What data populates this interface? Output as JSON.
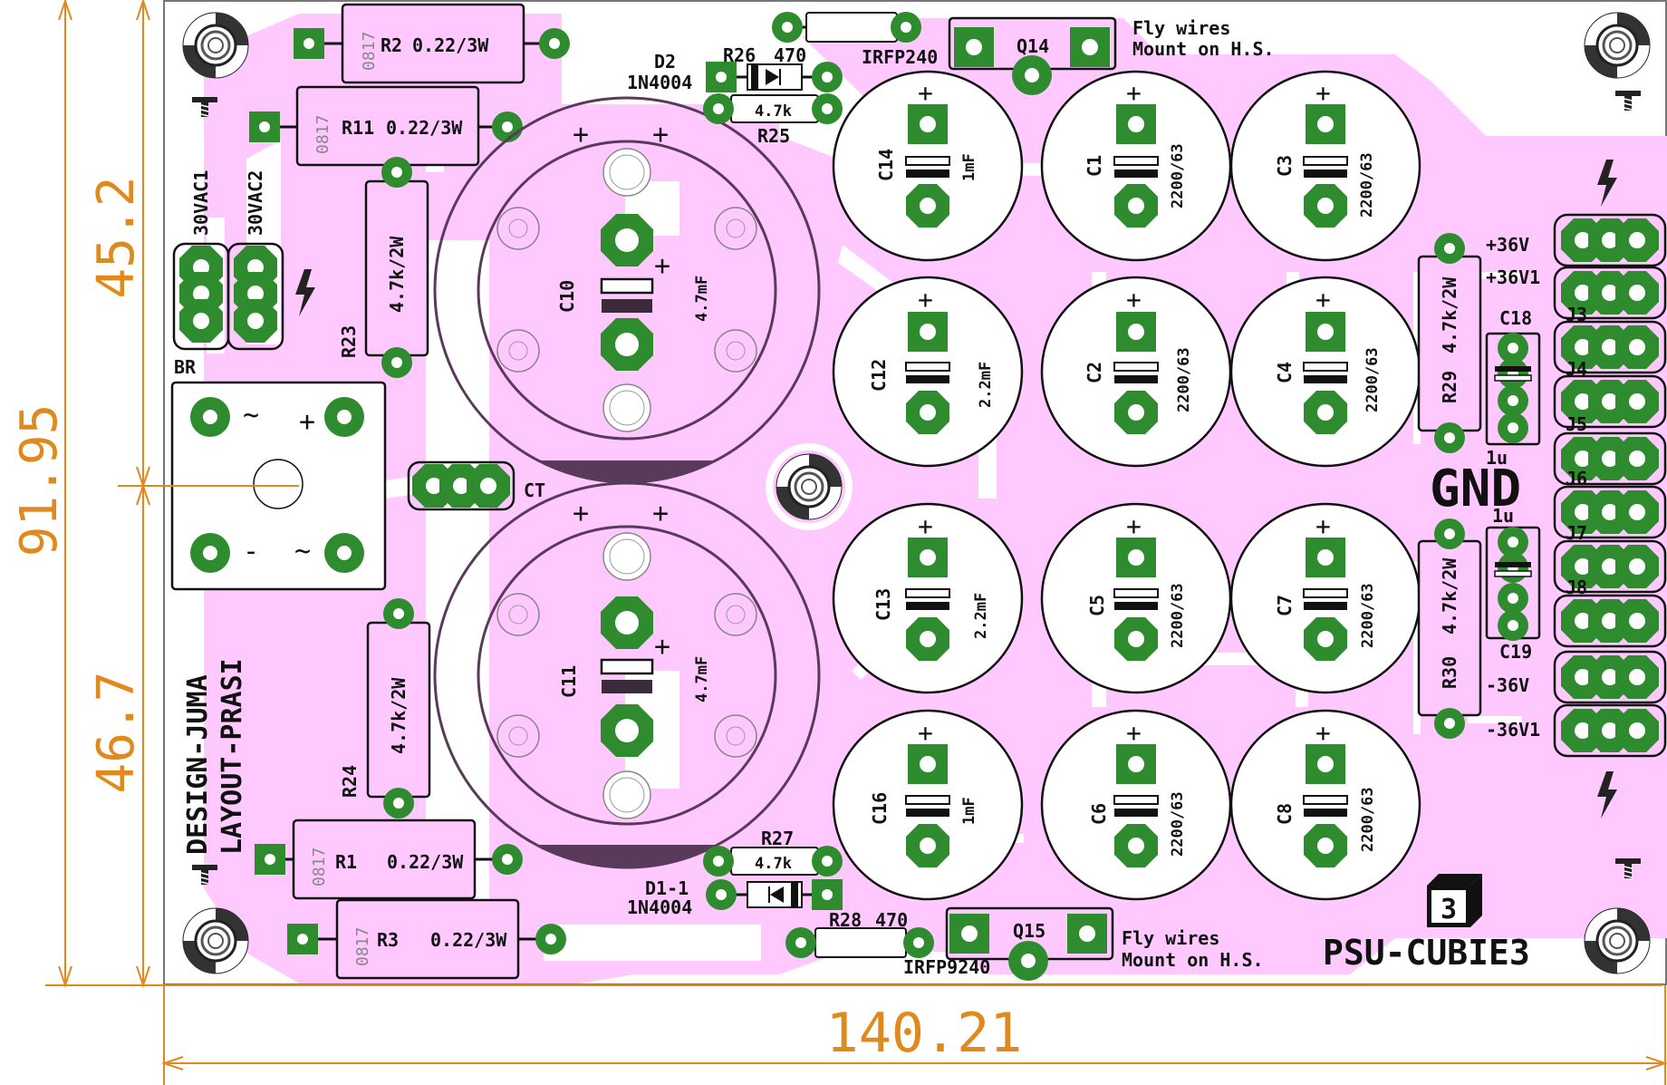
{
  "board": {
    "title": "PSU-CUBIE3",
    "cube_number": "3",
    "credits": [
      "DESIGN-JUMA",
      "LAYOUT-PRASI"
    ],
    "gnd_label": "GND",
    "colors": {
      "copper": "#ffc8ff",
      "pad": "#2e8b2e",
      "silk": "#111111",
      "dimension": "#e08a1e",
      "courtyard": "#5a3a5a"
    }
  },
  "dimensions": {
    "width": "140.21",
    "height": "91.95",
    "upper": "45.2",
    "lower": "46.7"
  },
  "labels": {
    "r2": "R2",
    "r2_value": "0.22/3W",
    "r11": "R11",
    "r11_value": "0.22/3W",
    "r1": "R1",
    "r1_value": "0.22/3W",
    "r3": "R3",
    "r3_value": "0.22/3W",
    "body_code": "0817",
    "r23": "R23",
    "r23_value": "4.7k/2W",
    "r24": "R24",
    "r24_value": "4.7k/2W",
    "r25": "R25",
    "r25_value": "4.7k",
    "r26": "R26",
    "r26_value": "470",
    "r27": "R27",
    "r27_value": "4.7k",
    "r28": "R28",
    "r28_value": "470",
    "r29": "R29",
    "r29_value": "4.7k/2W",
    "r30": "R30",
    "r30_value": "4.7k/2W",
    "d2": "D2",
    "d2_value": "1N4004",
    "d1": "D1-1",
    "d1_value": "1N4004",
    "q14": "Q14",
    "q14_value": "IRFP240",
    "q15": "Q15",
    "q15_value": "IRFP9240",
    "fly1": "Fly wires",
    "fly2": "Mount on H.S.",
    "c10": "C10",
    "c10_value": "4.7mF",
    "c11": "C11",
    "c11_value": "4.7mF",
    "c14": "C14",
    "c14_value": "1mF",
    "c12": "C12",
    "c12_value": "2.2mF",
    "c13": "C13",
    "c13_value": "2.2mF",
    "c16": "C16",
    "c16_value": "1mF",
    "c1": "C1",
    "c2": "C2",
    "c3": "C3",
    "c4": "C4",
    "c5": "C5",
    "c6": "C6",
    "c7": "C7",
    "c8": "C8",
    "cap_value": "2200/63",
    "c18": "C18",
    "c19": "C19",
    "c18_value": "1u",
    "c19_value": "1u",
    "vac1": "30VAC1",
    "vac2": "30VAC2",
    "br": "BR",
    "ct": "CT",
    "plus": "+",
    "tilde": "~",
    "minus": "-",
    "p36": "+36V",
    "p36_1": "+36V1",
    "n36": "-36V",
    "n36_1": "-36V1",
    "j3": "J3",
    "j4": "J4",
    "j5": "J5",
    "j6": "J6",
    "j7": "J7",
    "j8": "J8"
  }
}
